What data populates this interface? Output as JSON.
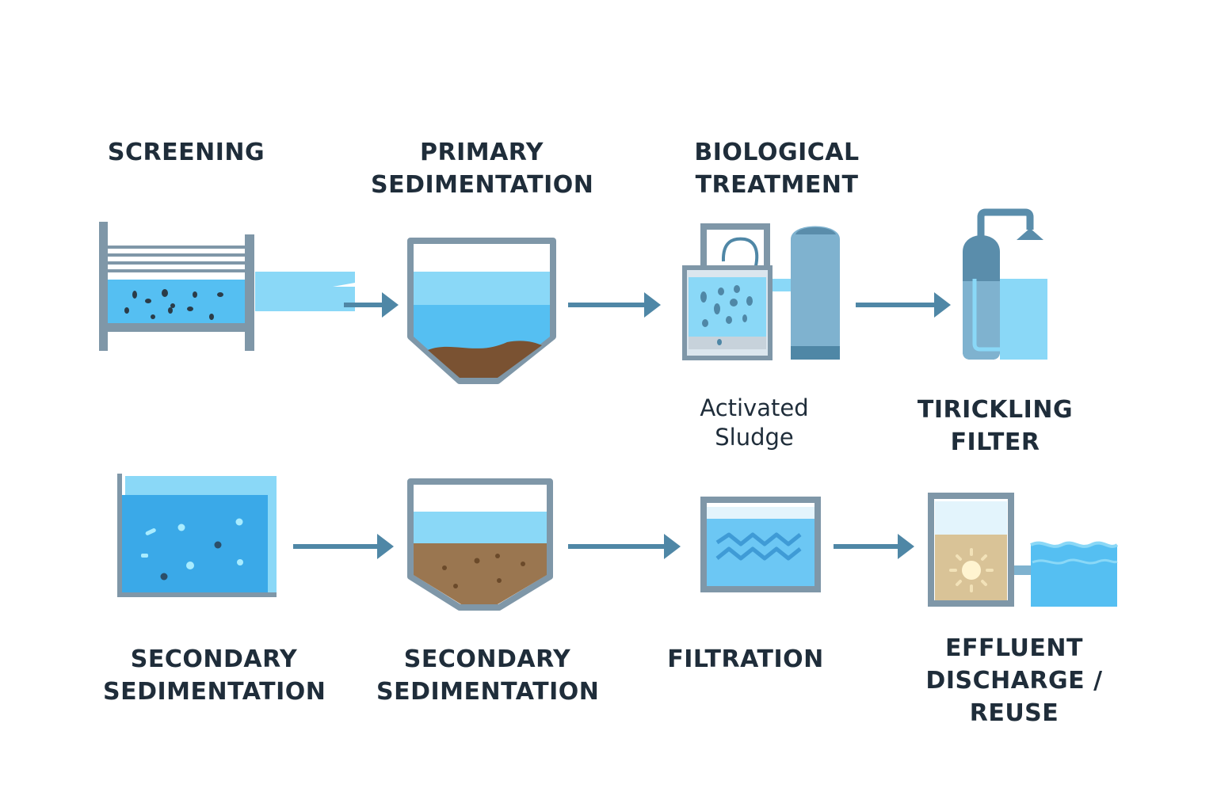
{
  "steps": {
    "screening": {
      "lines": [
        "SCREENING"
      ]
    },
    "primary": {
      "lines": [
        "PRIMARY",
        "SEDIMENTATION"
      ]
    },
    "biological": {
      "lines": [
        "BIOLOGICAL",
        "TREATMENT"
      ]
    },
    "activated": {
      "lines": [
        "Activated",
        "Sludge"
      ]
    },
    "trickling": {
      "lines": [
        "TIRICKLING",
        "FILTER"
      ]
    },
    "secondary1": {
      "lines": [
        "SECONDARY",
        "SEDIMENTATION"
      ]
    },
    "secondary2": {
      "lines": [
        "SECONDARY",
        "SEDIMENTATION"
      ]
    },
    "filtration": {
      "lines": [
        "FILTRATION"
      ]
    },
    "effluent": {
      "lines": [
        "EFFLUENT",
        "DISCHARGE /",
        "REUSE"
      ]
    }
  },
  "colors": {
    "frame": "#7f97a8",
    "arrow": "#4f87a6",
    "water_light": "#8ad8f7",
    "water": "#55bff2",
    "sludge": "#7a5232",
    "text": "#1f2d3a"
  },
  "icons": [
    "screen-icon",
    "primary-clarifier-icon",
    "aeration-tank-icon",
    "trickling-filter-icon",
    "secondary-tank-icon",
    "secondary-clarifier-icon",
    "filter-icon",
    "discharge-icon"
  ]
}
